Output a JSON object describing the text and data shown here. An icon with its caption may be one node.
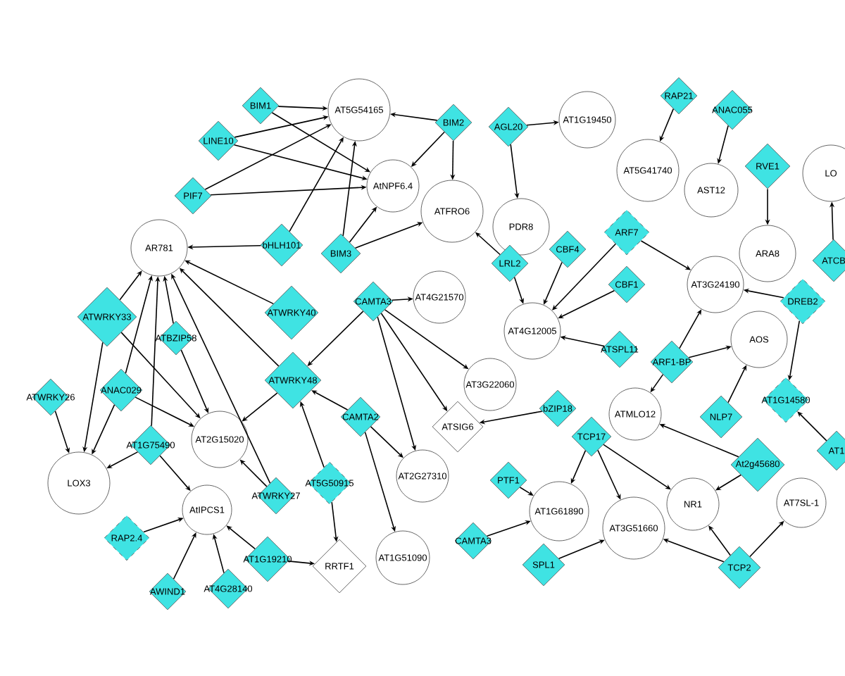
{
  "diagram": {
    "nodes": [
      {
        "text": [
          "AT5G54165"
        ]
      },
      {
        "text": [
          "AtNPF6.4"
        ]
      },
      {
        "text": [
          "ATFRO6"
        ]
      },
      {
        "text": [
          "PDR8"
        ]
      },
      {
        "text": [
          "AT1G19450"
        ]
      },
      {
        "text": [
          "AT5G41740"
        ]
      },
      {
        "text": [
          "AST12"
        ]
      },
      {
        "text": [
          "LO"
        ]
      },
      {
        "text": [
          "ARA8"
        ]
      },
      {
        "text": [
          "AR781"
        ]
      },
      {
        "text": [
          "AT4G21570"
        ]
      },
      {
        "text": [
          "AT4G12005"
        ]
      },
      {
        "text": [
          "AT3G24190"
        ]
      },
      {
        "text": [
          "AOS"
        ]
      },
      {
        "text": [
          "AT3G22060"
        ]
      },
      {
        "text": [
          "ATSIG6"
        ]
      },
      {
        "text": [
          "AT2G15020"
        ]
      },
      {
        "text": [
          "LOX3"
        ]
      },
      {
        "text": [
          "ATMLO12"
        ]
      },
      {
        "text": [
          "AT2G27310"
        ]
      },
      {
        "text": [
          "AT1G61890"
        ]
      },
      {
        "text": [
          "NR1"
        ]
      },
      {
        "text": [
          "AT7SL-1"
        ]
      },
      {
        "text": [
          "AT3G51660"
        ]
      },
      {
        "text": [
          "AtIPCS1"
        ]
      },
      {
        "text": [
          "AT1G51090"
        ]
      },
      {
        "text": [
          "RRTF1"
        ]
      },
      {
        "text": [
          "BIM1"
        ]
      },
      {
        "text": [
          "LINE10"
        ]
      },
      {
        "text": [
          "PIF7"
        ]
      },
      {
        "text": [
          "BIM2"
        ]
      },
      {
        "text": [
          "AGL20"
        ]
      },
      {
        "text": [
          "RAP21"
        ]
      },
      {
        "text": [
          "ANAC055"
        ]
      },
      {
        "text": [
          "RVE1"
        ]
      },
      {
        "text": [
          "bHLH101"
        ]
      },
      {
        "text": [
          "BIM3"
        ]
      },
      {
        "text": [
          "LRL2"
        ]
      },
      {
        "text": [
          "CBF4"
        ]
      },
      {
        "text": [
          "ARF7"
        ]
      },
      {
        "text": [
          "CBF1"
        ]
      },
      {
        "text": [
          "ATCB"
        ]
      },
      {
        "text": [
          "DREB2"
        ]
      },
      {
        "text": [
          "ATWRKY33"
        ]
      },
      {
        "text": [
          "ATWRKY40"
        ]
      },
      {
        "text": [
          "CAMTA3"
        ]
      },
      {
        "text": [
          "ATBZIP58"
        ]
      },
      {
        "text": [
          "ATWRKY48"
        ]
      },
      {
        "text": [
          "ANAC029"
        ]
      },
      {
        "text": [
          "ATWRKY26"
        ]
      },
      {
        "text": [
          "AT1G75490"
        ]
      },
      {
        "text": [
          "ATSPL11"
        ]
      },
      {
        "text": [
          "ARF1-BP"
        ]
      },
      {
        "text": [
          "bZIP18"
        ]
      },
      {
        "text": [
          "AT1G14580"
        ]
      },
      {
        "text": [
          "NLP7"
        ]
      },
      {
        "text": [
          "AT1"
        ]
      },
      {
        "text": [
          "TCP17"
        ]
      },
      {
        "text": [
          "ATWRKY27"
        ]
      },
      {
        "text": [
          "AT5G50915"
        ]
      },
      {
        "text": [
          "PTF1"
        ]
      },
      {
        "text": [
          "At2g45680"
        ]
      },
      {
        "text": [
          "RAP2.4"
        ]
      },
      {
        "text": [
          "AT1G19210"
        ]
      },
      {
        "text": [
          "CAMTA3"
        ]
      },
      {
        "text": [
          "SPL1"
        ]
      },
      {
        "text": [
          "TCP2"
        ]
      },
      {
        "text": [
          "AWIND1"
        ]
      },
      {
        "text": [
          "AT4G28140"
        ]
      },
      {
        "text": [
          "CAMTA2"
        ]
      }
    ],
    "edges": [
      {
        "from": 27,
        "to": 0,
        "arrow": "to"
      },
      {
        "from": 27,
        "to": 1,
        "arrow": "to"
      },
      {
        "from": 28,
        "to": 0,
        "arrow": "to"
      },
      {
        "from": 28,
        "to": 1,
        "arrow": "to"
      },
      {
        "from": 29,
        "to": 0,
        "arrow": "to"
      },
      {
        "from": 29,
        "to": 1,
        "arrow": "to"
      },
      {
        "from": 35,
        "to": 0,
        "arrow": "to"
      },
      {
        "from": 35,
        "to": 9,
        "arrow": "to"
      },
      {
        "from": 36,
        "to": 0,
        "arrow": "to"
      },
      {
        "from": 36,
        "to": 1,
        "arrow": "to"
      },
      {
        "from": 36,
        "to": 2,
        "arrow": "to"
      },
      {
        "from": 30,
        "to": 0,
        "arrow": "to"
      },
      {
        "from": 30,
        "to": 1,
        "arrow": "to"
      },
      {
        "from": 30,
        "to": 2,
        "arrow": "to"
      },
      {
        "from": 31,
        "to": 4,
        "arrow": "to"
      },
      {
        "from": 31,
        "to": 3,
        "arrow": "to"
      },
      {
        "from": 37,
        "to": 2,
        "arrow": "to"
      },
      {
        "from": 37,
        "to": 11,
        "arrow": "to"
      },
      {
        "from": 38,
        "to": 11,
        "arrow": "to"
      },
      {
        "from": 39,
        "to": 11,
        "arrow": "to"
      },
      {
        "from": 39,
        "to": 12,
        "arrow": "to"
      },
      {
        "from": 40,
        "to": 11,
        "arrow": "to"
      },
      {
        "from": 51,
        "to": 11,
        "arrow": "to"
      },
      {
        "from": 32,
        "to": 5,
        "arrow": "to"
      },
      {
        "from": 33,
        "to": 6,
        "arrow": "to"
      },
      {
        "from": 34,
        "to": 8,
        "arrow": "to"
      },
      {
        "from": 41,
        "to": 7,
        "arrow": "to"
      },
      {
        "from": 42,
        "to": 12,
        "arrow": "to"
      },
      {
        "from": 42,
        "to": 54,
        "arrow": "to"
      },
      {
        "from": 52,
        "to": 12,
        "arrow": "to"
      },
      {
        "from": 52,
        "to": 13,
        "arrow": "to"
      },
      {
        "from": 52,
        "to": 18,
        "arrow": "to"
      },
      {
        "from": 55,
        "to": 13,
        "arrow": "to"
      },
      {
        "from": 56,
        "to": 54,
        "arrow": "to"
      },
      {
        "from": 61,
        "to": 18,
        "arrow": "to"
      },
      {
        "from": 61,
        "to": 21,
        "arrow": "to"
      },
      {
        "from": 57,
        "to": 20,
        "arrow": "to"
      },
      {
        "from": 57,
        "to": 23,
        "arrow": "to"
      },
      {
        "from": 57,
        "to": 21,
        "arrow": "to"
      },
      {
        "from": 66,
        "to": 21,
        "arrow": "to"
      },
      {
        "from": 66,
        "to": 23,
        "arrow": "to"
      },
      {
        "from": 66,
        "to": 22,
        "arrow": "to"
      },
      {
        "from": 60,
        "to": 20,
        "arrow": "to"
      },
      {
        "from": 64,
        "to": 20,
        "arrow": "to"
      },
      {
        "from": 65,
        "to": 23,
        "arrow": "to"
      },
      {
        "from": 53,
        "to": 15,
        "arrow": "to"
      },
      {
        "from": 45,
        "to": 10,
        "arrow": "to"
      },
      {
        "from": 45,
        "to": 14,
        "arrow": "to"
      },
      {
        "from": 45,
        "to": 15,
        "arrow": "to"
      },
      {
        "from": 45,
        "to": 19,
        "arrow": "to"
      },
      {
        "from": 45,
        "to": 47,
        "arrow": "to"
      },
      {
        "from": 69,
        "to": 47,
        "arrow": "to"
      },
      {
        "from": 69,
        "to": 19,
        "arrow": "to"
      },
      {
        "from": 69,
        "to": 25,
        "arrow": "to"
      },
      {
        "from": 47,
        "to": 16,
        "arrow": "to"
      },
      {
        "from": 47,
        "to": 9,
        "arrow": "to"
      },
      {
        "from": 43,
        "to": 9,
        "arrow": "to"
      },
      {
        "from": 43,
        "to": 17,
        "arrow": "to"
      },
      {
        "from": 43,
        "to": 16,
        "arrow": "to"
      },
      {
        "from": 48,
        "to": 9,
        "arrow": "to"
      },
      {
        "from": 48,
        "to": 17,
        "arrow": "to"
      },
      {
        "from": 48,
        "to": 16,
        "arrow": "to"
      },
      {
        "from": 46,
        "to": 9,
        "arrow": "to"
      },
      {
        "from": 46,
        "to": 16,
        "arrow": "to"
      },
      {
        "from": 58,
        "to": 9,
        "arrow": "to"
      },
      {
        "from": 58,
        "to": 16,
        "arrow": "to"
      },
      {
        "from": 44,
        "to": 9,
        "arrow": "to"
      },
      {
        "from": 50,
        "to": 9,
        "arrow": "to"
      },
      {
        "from": 49,
        "to": 17,
        "arrow": "to"
      },
      {
        "from": 50,
        "to": 17,
        "arrow": "to"
      },
      {
        "from": 50,
        "to": 24,
        "arrow": "to"
      },
      {
        "from": 62,
        "to": 24,
        "arrow": "to"
      },
      {
        "from": 67,
        "to": 24,
        "arrow": "to"
      },
      {
        "from": 68,
        "to": 24,
        "arrow": "to"
      },
      {
        "from": 63,
        "to": 24,
        "arrow": "to"
      },
      {
        "from": 63,
        "to": 26,
        "arrow": "to"
      },
      {
        "from": 59,
        "to": 47,
        "arrow": "to"
      },
      {
        "from": 59,
        "to": 26,
        "arrow": "to"
      }
    ]
  }
}
